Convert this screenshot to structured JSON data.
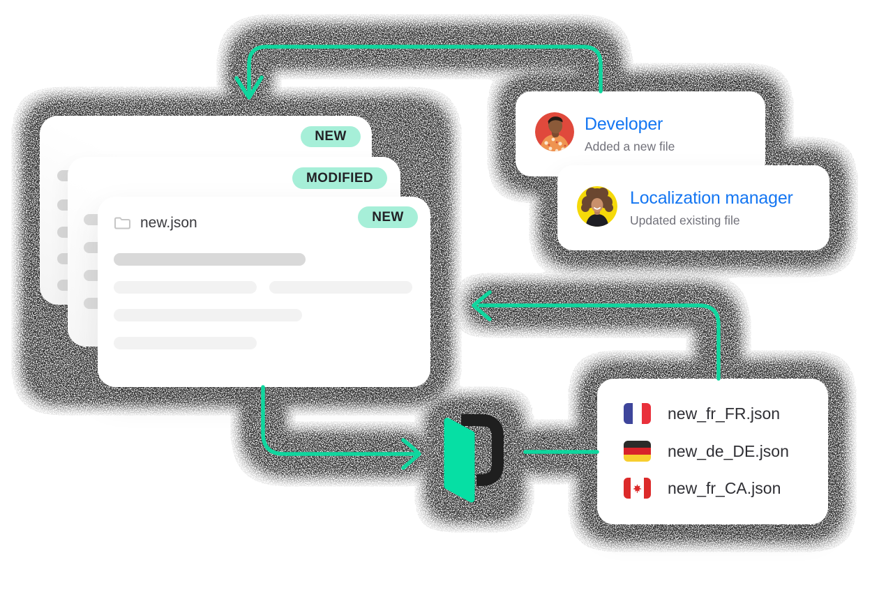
{
  "stack": {
    "back_badge": "NEW",
    "middle_badge": "MODIFIED",
    "front_badge": "NEW",
    "filename": "new.json"
  },
  "activities": [
    {
      "role": "Developer",
      "description": "Added a new file"
    },
    {
      "role": "Localization manager",
      "description": "Updated existing file"
    }
  ],
  "translated_files": [
    {
      "flag": "france-flag-icon",
      "filename": "new_fr_FR.json"
    },
    {
      "flag": "germany-flag-icon",
      "filename": "new_de_DE.json"
    },
    {
      "flag": "canada-flag-icon",
      "filename": "new_fr_CA.json"
    }
  ],
  "icons": {
    "folder": "folder-icon",
    "logo": "phrase-open-door-logo",
    "arrows": "curved-green-arrows"
  },
  "colors": {
    "arrow_green": "#0fd69e",
    "door_green": "#06dfa4",
    "logo_dark": "#1f1f1f",
    "badge_bg": "#a6efd8",
    "badge_text": "#222226",
    "role_blue": "#1476f2",
    "muted_text": "#71717a",
    "filename_text": "#2f2f34",
    "background": "#ffffff"
  }
}
